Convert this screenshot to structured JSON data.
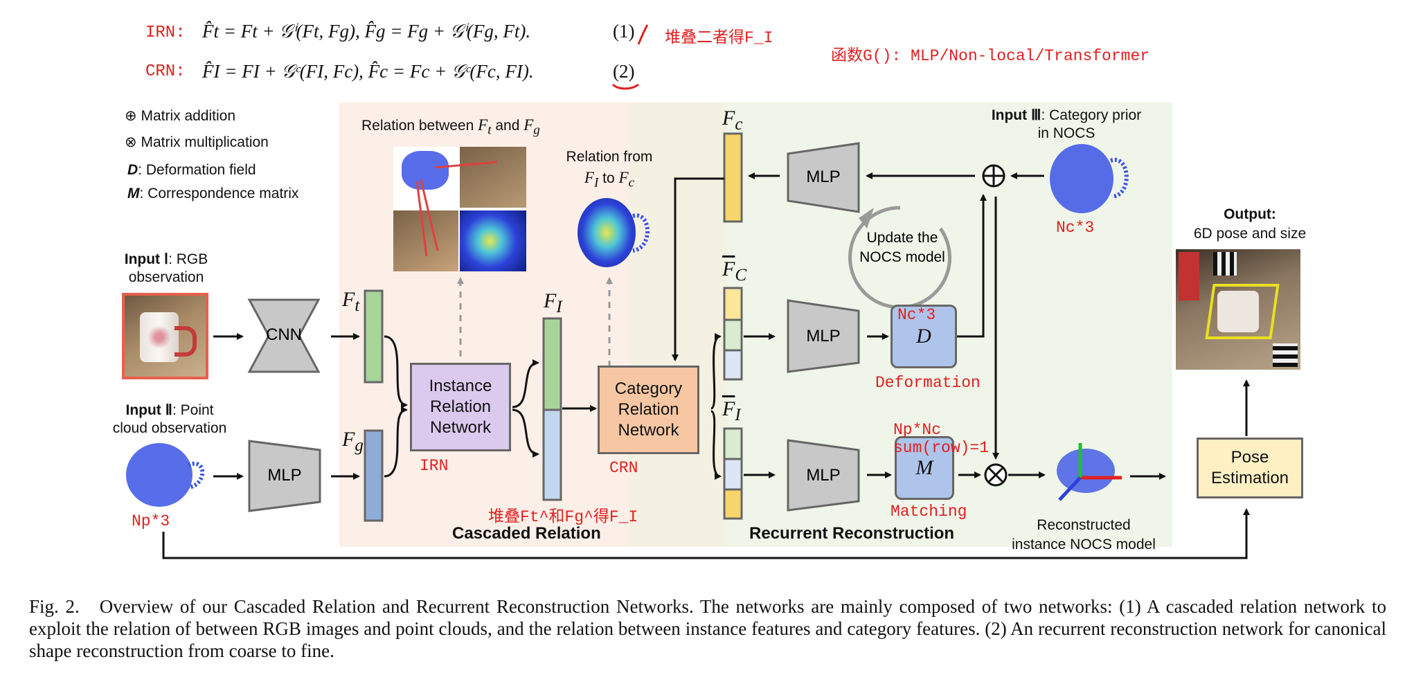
{
  "equations": {
    "irn_tag": "IRN:",
    "irn_eq": "F̂t = Ft + 𝒢ⁱ(Ft, Fg),   F̂g = Fg + 𝒢ⁱ(Fg, Ft).",
    "irn_num": "(1)",
    "irn_note": "堆叠二者得F_I",
    "crn_tag": "CRN:",
    "crn_eq": "F̂I = FI + 𝒢ᶜ(FI, Fc),   F̂c = Fc + 𝒢ᶜ(Fc, FI).",
    "crn_num": "(2)",
    "func_note": "函数G(): MLP/Non-local/Transformer"
  },
  "legend": {
    "add": "Matrix addition",
    "mul": "Matrix multiplication",
    "d_sym": "D",
    "d_text": ": Deformation field",
    "m_sym": "M",
    "m_text": ": Correspondence matrix"
  },
  "inputs": {
    "rgb_title": "Input Ⅰ",
    "rgb_rest": ": RGB",
    "rgb_line2": "observation",
    "pc_title": "Input Ⅱ",
    "pc_rest": ": Point",
    "pc_line2": "cloud observation",
    "pc_note": "Np*3",
    "prior_title": "Input Ⅲ",
    "prior_rest": ": Category prior",
    "prior_line2": "in NOCS",
    "prior_note": "Nc*3"
  },
  "blocks": {
    "cnn": "CNN",
    "mlp_pc": "MLP",
    "irn": "Instance Relation Network",
    "irn_note": "IRN",
    "crn": "Category Relation Network",
    "crn_note": "CRN",
    "mlp_top": "MLP",
    "mlp_mid": "MLP",
    "mlp_bot": "MLP",
    "d_block": "D",
    "d_note_top": "Nc*3",
    "d_note_bottom": "Deformation",
    "m_block": "M",
    "m_note_top": "Np*Nc",
    "m_note_row": "sum(row)=1",
    "m_note_bottom": "Matching",
    "pose": "Pose Estimation"
  },
  "features": {
    "ft": "F",
    "ft_sub": "t",
    "fg": "F",
    "fg_sub": "g",
    "fi": "F",
    "fi_sub": "I",
    "fc": "F",
    "fc_sub": "c",
    "fc_hat": "F",
    "fc_hat_sub": "C",
    "fi_hat": "F",
    "fi_hat_sub": "I"
  },
  "relations": {
    "ft_fg_pre": "Relation between ",
    "ft_fg_mid": " and ",
    "from_line1": "Relation from",
    "from_line2_mid": " to "
  },
  "update": "Update the NOCS model",
  "stack_note": "堆叠Ft^和Fg^得F_I",
  "sections": {
    "cascaded": "Cascaded Relation",
    "recurrent": "Recurrent Reconstruction"
  },
  "output": {
    "title": "Output:",
    "subtitle": "6D pose and size",
    "recon_line1": "Reconstructed",
    "recon_line2": "instance NOCS model"
  },
  "caption": {
    "label": "Fig. 2.",
    "text": "Overview of our Cascaded Relation and Recurrent Reconstruction Networks. The networks are mainly composed of two networks: (1) A cascaded relation network to exploit the relation of between RGB images and point clouds, and the relation between instance features and category features. (2) An recurrent reconstruction network for canonical shape reconstruction from coarse to fine."
  },
  "colors": {
    "annotation_red": "#e02020",
    "cascaded_bg": "#fcefe8",
    "recurrent_bg": "#eff5e8",
    "irn_fill": "#dcc9ee",
    "crn_fill": "#f6c7a2",
    "block_blue": "#aec4ea",
    "pose_fill": "#fff0c4",
    "feat_green": "#a8d49a",
    "feat_blue": "#8fabd8",
    "feat_light_blue": "#c3d6ef",
    "feat_yellow": "#f7d56b"
  }
}
